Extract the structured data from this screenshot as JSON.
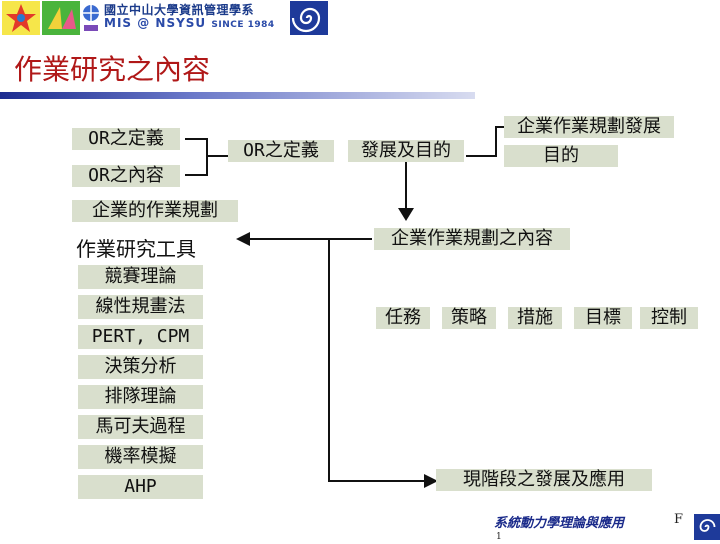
{
  "banner": {
    "title": "國立中山大學資訊管理學系",
    "subtitle": "MIS @ NSYSU",
    "since": "SINCE 1984"
  },
  "page_title": "作業研究之內容",
  "left": {
    "or_definition": "OR之定義",
    "or_content": "OR之內容",
    "enterprise_planning": "企業的作業規劃",
    "tools_heading": "作業研究工具",
    "tools": [
      "競賽理論",
      "線性規畫法",
      "PERT, CPM",
      "決策分析",
      "排隊理論",
      "馬可夫過程",
      "機率模擬",
      "AHP"
    ]
  },
  "middle": {
    "or_definition": "OR之定義",
    "development_purpose": "發展及目的"
  },
  "right": {
    "planning_purpose_line1": "企業作業規劃發展",
    "planning_purpose_line2": "目的",
    "planning_content": "企業作業規劃之內容",
    "items": [
      "任務",
      "策略",
      "措施",
      "目標",
      "控制"
    ],
    "current_status": "現階段之發展及應用"
  },
  "footer": {
    "text": "系統動力學理論與應用",
    "letter": "F",
    "number": "1"
  },
  "icons": [
    "logo-star-icon",
    "logo-book-icon",
    "logo-globe-icon",
    "logo-swirl-icon",
    "corner-swirl-icon"
  ]
}
